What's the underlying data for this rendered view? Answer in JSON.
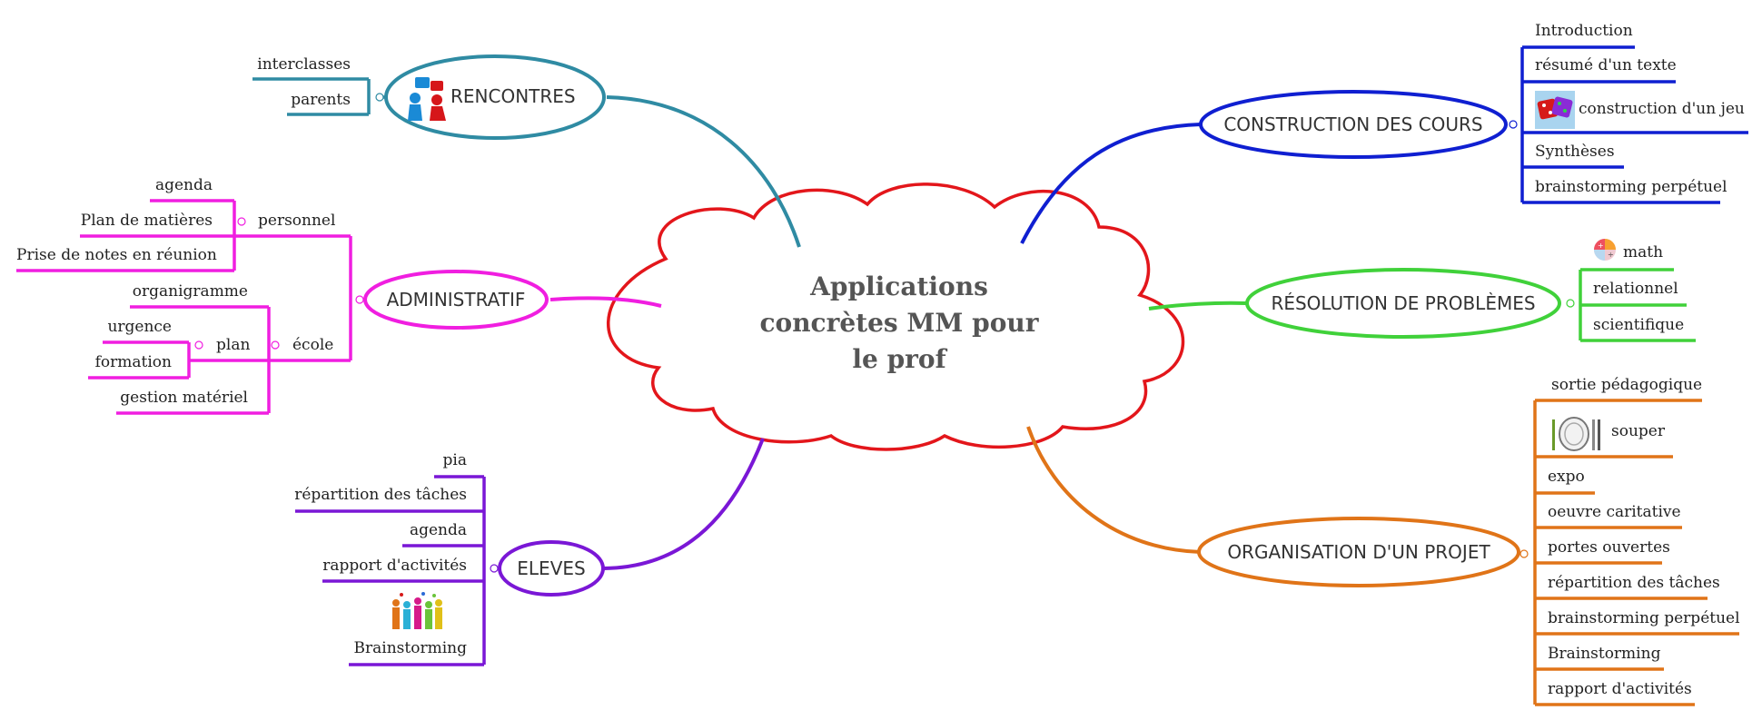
{
  "center": {
    "line1": "Applications",
    "line2": "concrètes MM pour",
    "line3": "le prof"
  },
  "colors": {
    "center": "#e3161b",
    "rencontres": "#2f8ba3",
    "construction": "#0f1fd1",
    "administratif": "#f01ee0",
    "resolution": "#40d13a",
    "eleves": "#7a17d6",
    "organisation": "#e07418"
  },
  "rencontres": {
    "label": "RENCONTRES",
    "icon": "people-chat-icon",
    "items": [
      "interclasses",
      "parents"
    ]
  },
  "construction": {
    "label": "CONSTRUCTION DES COURS",
    "items": [
      "Introduction",
      "résumé d'un texte",
      "construction d'un jeu",
      "Synthèses",
      "brainstorming perpétuel"
    ],
    "icon": "dice-icon"
  },
  "administratif": {
    "label": "ADMINISTRATIF",
    "personnel": {
      "label": "personnel",
      "items": [
        "agenda",
        "Plan de matières",
        "Prise de notes en réunion"
      ]
    },
    "ecole": {
      "label": "école",
      "items_top": [
        "organigramme"
      ],
      "plan": {
        "label": "plan",
        "items": [
          "urgence",
          "formation"
        ]
      },
      "items_bottom": [
        "gestion matériel"
      ]
    }
  },
  "resolution": {
    "label": "RÉSOLUTION DE PROBLÈMES",
    "items": [
      "math",
      "relationnel",
      "scientifique"
    ],
    "icon": "math-icon"
  },
  "eleves": {
    "label": "ELEVES",
    "items": [
      "pia",
      "répartition des tâches",
      "agenda",
      "rapport d'activités",
      "Brainstorming"
    ],
    "icon": "crowd-icon"
  },
  "organisation": {
    "label": "ORGANISATION D'UN PROJET",
    "items": [
      "sortie pédagogique",
      "souper",
      "expo",
      "oeuvre caritative",
      "portes ouvertes",
      "répartition des tâches",
      "brainstorming perpétuel",
      "Brainstorming",
      "rapport d'activités"
    ],
    "icon": "plate-icon"
  }
}
